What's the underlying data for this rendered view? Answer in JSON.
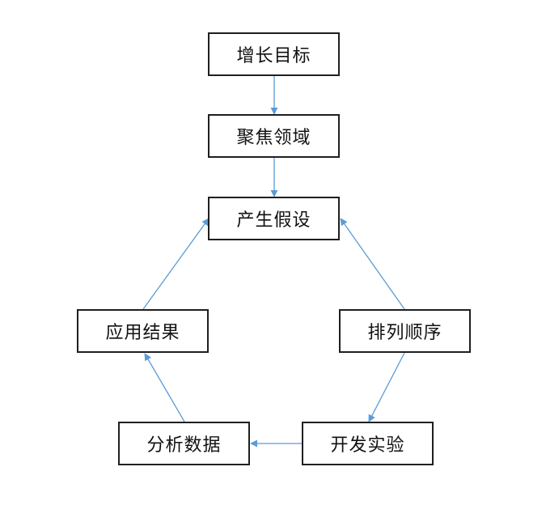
{
  "diagram": {
    "nodes": {
      "goal": "增长目标",
      "focus": "聚焦领域",
      "hypothesis": "产生假设",
      "apply": "应用结果",
      "rank": "排列顺序",
      "analyze": "分析数据",
      "experiment": "开发实验"
    },
    "edges": [
      {
        "from": "goal",
        "to": "focus"
      },
      {
        "from": "focus",
        "to": "hypothesis"
      },
      {
        "from": "rank",
        "to": "hypothesis"
      },
      {
        "from": "rank",
        "to": "experiment"
      },
      {
        "from": "experiment",
        "to": "analyze"
      },
      {
        "from": "analyze",
        "to": "apply"
      },
      {
        "from": "apply",
        "to": "hypothesis"
      }
    ],
    "colors": {
      "arrow": "#5b9bd5",
      "box_border": "#1f1f1f",
      "text": "#111111"
    }
  }
}
